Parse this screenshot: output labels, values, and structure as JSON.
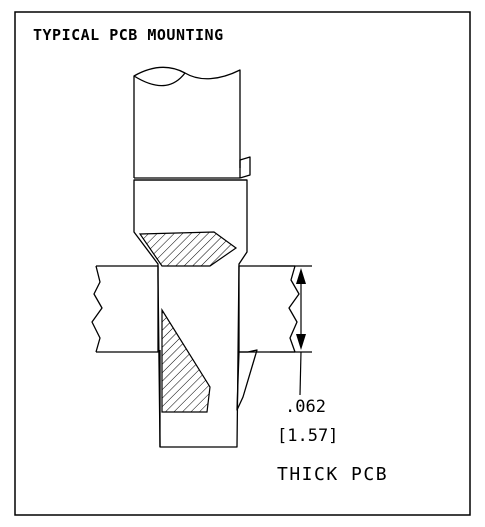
{
  "title": "TYPICAL PCB MOUNTING",
  "dimension": {
    "inches": ".062",
    "millimeters": "[1.57]",
    "description": "THICK PCB"
  }
}
